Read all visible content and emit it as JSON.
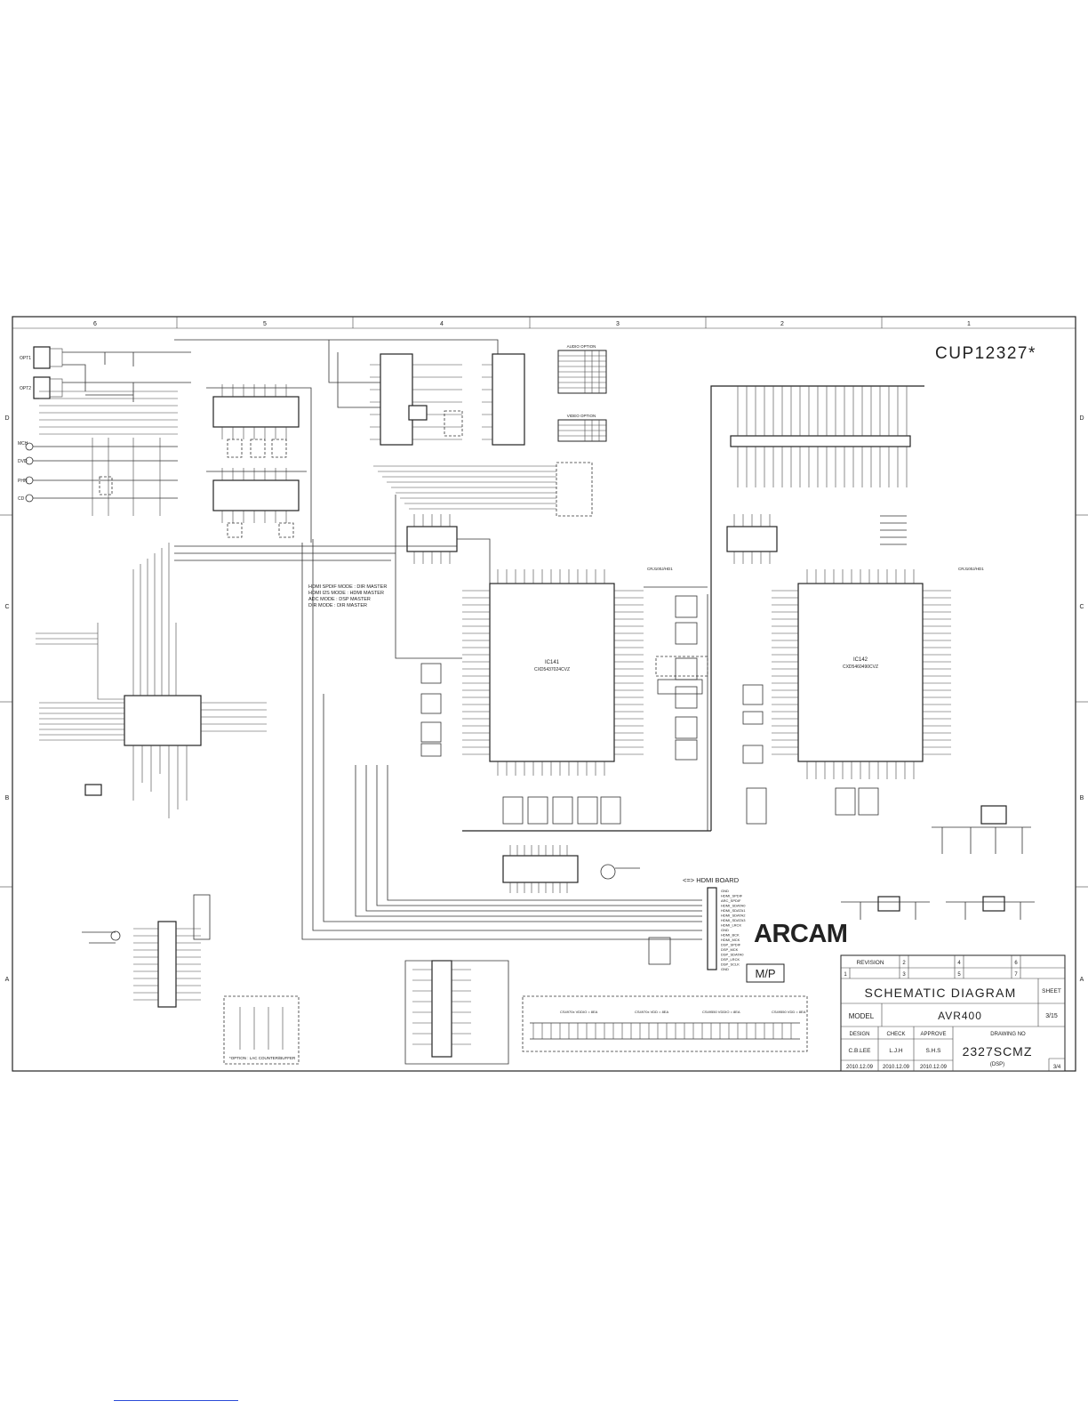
{
  "drawing_code": "CUP12327*",
  "brand": "ARCAM",
  "mp_mark": "M/P",
  "hdmi_board_label": "<=> HDMI BOARD",
  "columns": [
    "6",
    "5",
    "4",
    "3",
    "2",
    "1"
  ],
  "rows": [
    "D",
    "C",
    "B",
    "A"
  ],
  "chips": {
    "ic141": {
      "ref": "IC141",
      "part": "CXD5437024CVZ"
    },
    "ic142": {
      "ref": "IC142",
      "part": "CXD5460490CVZ"
    },
    "ic141_top": "CRJ100J/HD1",
    "ic142_top": "CRJ100J/HD1"
  },
  "mode_notes": [
    "HDMI SPDIF MODE : DIR MASTER",
    "HDMI I2S MODE : HDMI MASTER",
    "ADC MODE : DSP MASTER",
    "DIR MODE : DIR MASTER"
  ],
  "tables": {
    "audio_option": "AUDIO OPTION",
    "video_option": "VIDEO OPTION"
  },
  "inputs_left": [
    "OPT1",
    "OPT2",
    "MCH",
    "DVD",
    "PHN",
    "CD"
  ],
  "hdmi_signals": [
    "GND",
    "HDMI_SPDIF",
    "ARC_SPDIF",
    "HDMI_SDATA0",
    "HDMI_SDATA1",
    "HDMI_SDATA2",
    "HDMI_SDATA3",
    "HDMI_LRCK",
    "GND",
    "HDMI_BCK",
    "HDMI_MCK",
    "DSP_SPDIF",
    "DSP_MCK",
    "DSP_SDATA0",
    "DSP_LRCK",
    "DSP_SCLK",
    "GND"
  ],
  "option_box": "*OPTION : LAC COUNTER/BUFFER",
  "decoupling_labels": [
    "CS4970x VDDIO = 8EA",
    "CS4970x VDD = 8EA",
    "CS49550 VDDIO = 8EA",
    "CS49550 VDD = 8EA"
  ],
  "title_block": {
    "revision_label": "REVISION",
    "rev_cells": [
      "1",
      "2",
      "3",
      "4",
      "5",
      "6",
      "7"
    ],
    "title": "SCHEMATIC DIAGRAM",
    "sheet_label": "SHEET",
    "model_label": "MODEL",
    "model": "AVR400",
    "sheet": "3/15",
    "design_label": "DESIGN",
    "check_label": "CHECK",
    "approve_label": "APPROVE",
    "drawing_no_label": "DRAWING NO",
    "designer": "C.B.LEE",
    "checker": "L.J.H",
    "approver": "S.H.S",
    "date1": "2010.12.09",
    "date2": "2010.12.09",
    "date3": "2010.12.09",
    "drawing_no": "2327SCMZ",
    "drawing_sub": "(DSP)",
    "page": "3/4"
  }
}
